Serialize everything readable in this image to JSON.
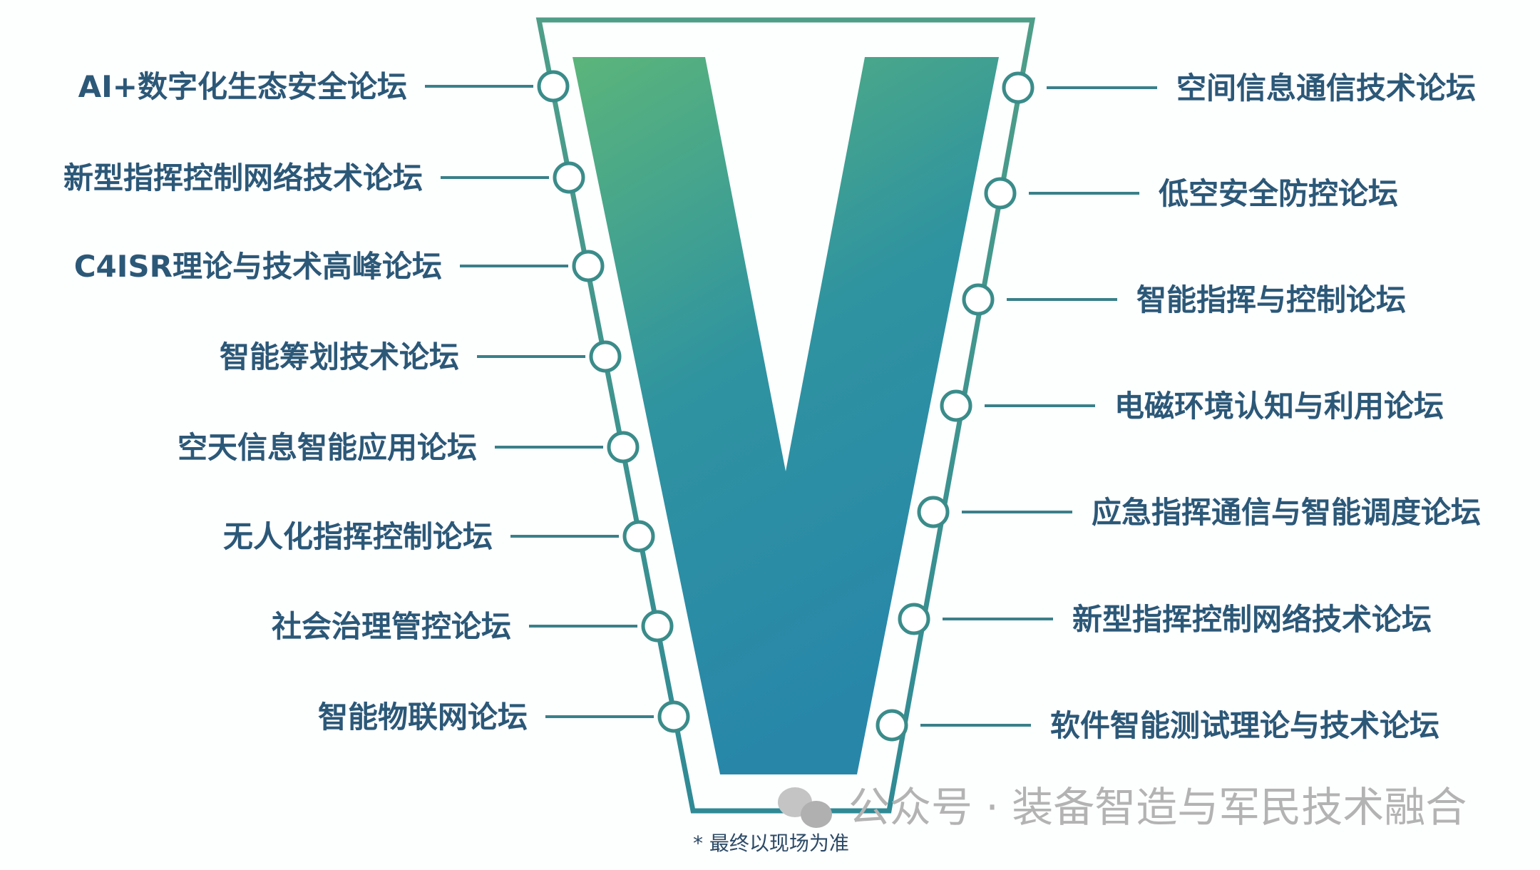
{
  "left_forums": [
    "AI+数字化生态安全论坛",
    "新型指挥控制网络技术论坛",
    "C4ISR理论与技术高峰论坛",
    "智能筹划技术论坛",
    "空天信息智能应用论坛",
    "无人化指挥控制论坛",
    "社会治理管控论坛",
    "智能物联网论坛"
  ],
  "right_forums": [
    "空间信息通信技术论坛",
    "低空安全防控论坛",
    "智能指挥与控制论坛",
    "电磁环境认知与利用论坛",
    "应急指挥通信与智能调度论坛",
    "新型指挥控制网络技术论坛",
    "软件智能测试理论与技术论坛"
  ],
  "footnote": "* 最终以现场为准",
  "watermark": "公众号 · 装备智造与军民技术融合",
  "colors": {
    "green": "#5bb57a",
    "blue": "#2a88a8",
    "frame": "#3a8c8a",
    "text": "#2c5878"
  }
}
